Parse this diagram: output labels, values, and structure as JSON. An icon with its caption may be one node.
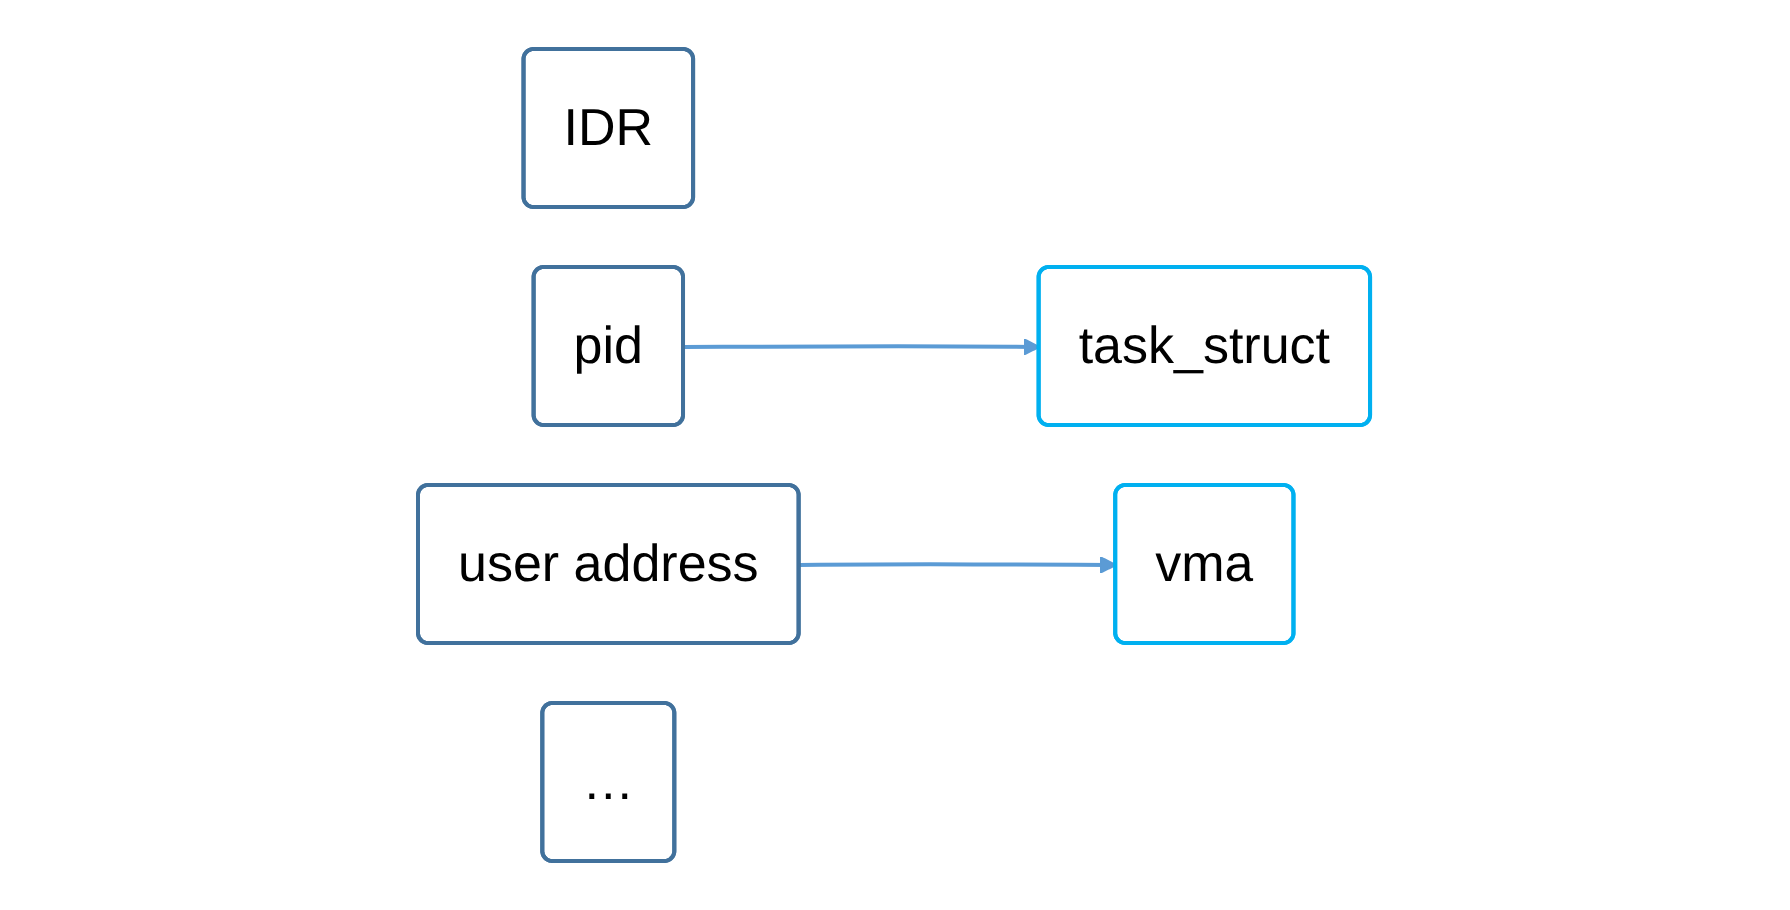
{
  "diagram": {
    "nodes": [
      {
        "text": [
          "IDR"
        ]
      },
      {
        "text": [
          "pid"
        ]
      },
      {
        "text": [
          "task_struct"
        ]
      },
      {
        "text": [
          "user address"
        ]
      },
      {
        "text": [
          "vma"
        ]
      },
      {
        "text": [
          "…"
        ]
      }
    ],
    "edges": [
      {
        "from": 1,
        "to": 2,
        "arrow": "to"
      },
      {
        "from": 3,
        "to": 4,
        "arrow": "to"
      }
    ]
  }
}
